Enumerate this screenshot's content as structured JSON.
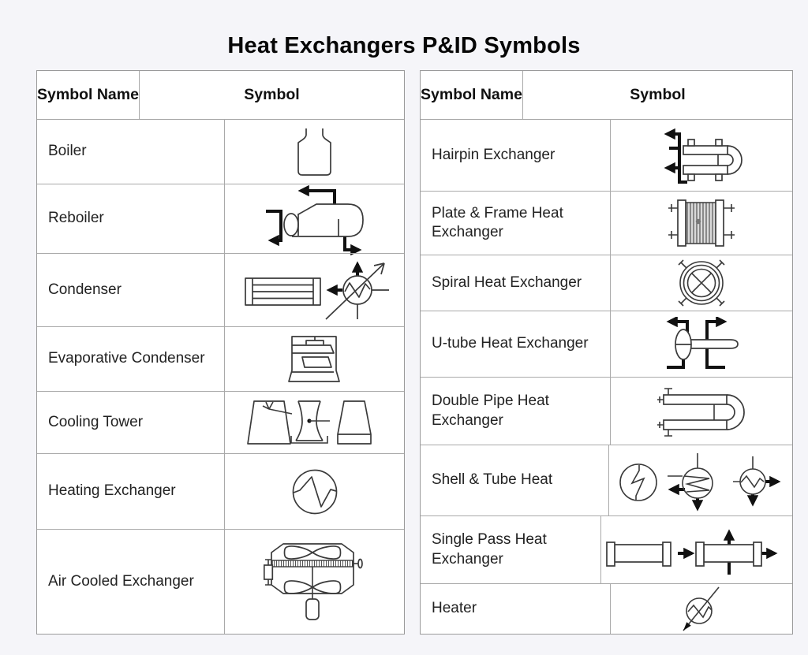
{
  "page": {
    "title": "Heat Exchangers P&ID Symbols",
    "background_color": "#f5f5f9",
    "table_background": "#ffffff",
    "border_color": "#9a9a9a",
    "text_color": "#222222",
    "symbol_stroke_color": "#3a3a3a",
    "pipe_stroke_color": "#111111"
  },
  "tables": [
    {
      "id": "left",
      "headers": {
        "name": "Symbol Name",
        "symbol": "Symbol"
      },
      "rows": [
        {
          "name": "Boiler",
          "icon": "boiler-symbol"
        },
        {
          "name": "Reboiler",
          "icon": "reboiler-symbol"
        },
        {
          "name": "Condenser",
          "icon": "condenser-symbol"
        },
        {
          "name": "Evaporative Condenser",
          "icon": "evaporative-condenser-symbol"
        },
        {
          "name": "Cooling Tower",
          "icon": "cooling-tower-symbol"
        },
        {
          "name": "Heating Exchanger",
          "icon": "heating-exchanger-symbol"
        },
        {
          "name": "Air Cooled Exchanger",
          "icon": "air-cooled-exchanger-symbol"
        }
      ]
    },
    {
      "id": "right",
      "headers": {
        "name": "Symbol Name",
        "symbol": "Symbol"
      },
      "rows": [
        {
          "name": "Hairpin Exchanger",
          "icon": "hairpin-exchanger-symbol"
        },
        {
          "name": "Plate & Frame Heat Exchanger",
          "icon": "plate-frame-heat-exchanger-symbol"
        },
        {
          "name": "Spiral Heat Exchanger",
          "icon": "spiral-heat-exchanger-symbol"
        },
        {
          "name": "U-tube Heat Exchanger",
          "icon": "u-tube-heat-exchanger-symbol"
        },
        {
          "name": "Double Pipe Heat Exchanger",
          "icon": "double-pipe-heat-exchanger-symbol"
        },
        {
          "name": "Shell & Tube Heat",
          "icon": "shell-tube-heat-symbol"
        },
        {
          "name": "Single Pass Heat Exchanger",
          "icon": "single-pass-heat-exchanger-symbol"
        },
        {
          "name": "Heater",
          "icon": "heater-symbol"
        }
      ]
    }
  ]
}
